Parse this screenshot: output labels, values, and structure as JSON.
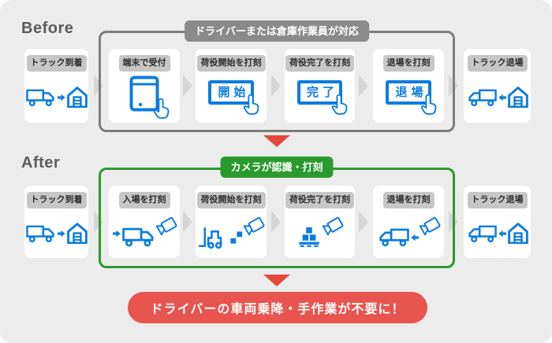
{
  "colors": {
    "background": "#ececec",
    "accent_blue": "#0b7ce0",
    "frame_gray": "#7d7d7d",
    "badge_gray": "#8a8a8a",
    "label_gray_bg": "#c6c6c6",
    "green": "#2b9a2e",
    "red_banner": "#e8544e",
    "red_arrow": "#e2483c",
    "chevron_gray": "#d5d5d5",
    "heading_gray": "#5d5d5d"
  },
  "before": {
    "heading": "Before",
    "badge": "ドライバーまたは倉庫作業員が対応",
    "steps": [
      {
        "label": "トラック到着",
        "icons": [
          "truck-right-icon",
          "arrow-right-icon",
          "warehouse-icon"
        ]
      },
      {
        "label": "端末で受付",
        "icons": [
          "tablet-icon",
          "tap-hand-icon"
        ]
      },
      {
        "label": "荷役開始を打刻",
        "button": "開始",
        "icons": [
          "button-icon",
          "tap-hand-icon"
        ]
      },
      {
        "label": "荷役完了を打刻",
        "button": "完了",
        "icons": [
          "button-icon",
          "tap-hand-icon"
        ]
      },
      {
        "label": "退場を打刻",
        "button": "退場",
        "icons": [
          "button-icon",
          "tap-hand-icon"
        ]
      },
      {
        "label": "トラック退場",
        "icons": [
          "truck-left-icon",
          "arrow-left-icon",
          "warehouse-icon"
        ]
      }
    ]
  },
  "after": {
    "heading": "After",
    "badge": "カメラが認識・打刻",
    "steps": [
      {
        "label": "トラック到着",
        "icons": [
          "truck-right-icon",
          "arrow-right-icon",
          "warehouse-icon"
        ]
      },
      {
        "label": "入場を打刻",
        "icons": [
          "arrow-right-icon",
          "truck-right-icon",
          "camera-icon"
        ]
      },
      {
        "label": "荷役開始を打刻",
        "icons": [
          "forklift-icon",
          "boxes-icon",
          "camera-icon"
        ]
      },
      {
        "label": "荷役完了を打刻",
        "icons": [
          "pallet-boxes-icon",
          "camera-icon"
        ]
      },
      {
        "label": "退場を打刻",
        "icons": [
          "truck-left-icon",
          "arrow-left-icon",
          "camera-icon"
        ]
      },
      {
        "label": "トラック退場",
        "icons": [
          "truck-left-icon",
          "arrow-left-icon",
          "warehouse-icon"
        ]
      }
    ]
  },
  "conclusion": {
    "text": "ドライバーの車両乗降・手作業が不要に！"
  }
}
